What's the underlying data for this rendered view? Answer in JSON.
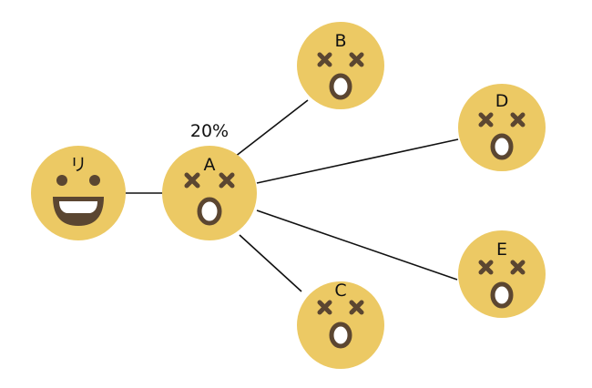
{
  "colors": {
    "face_fill": "#ecc964",
    "feature": "#5b4631",
    "mouth_inner": "#ffffff",
    "edge": "#111111"
  },
  "nodes": [
    {
      "id": "R",
      "label": "リ",
      "expression": "happy"
    },
    {
      "id": "A",
      "label": "A",
      "expression": "shocked"
    },
    {
      "id": "B",
      "label": "B",
      "expression": "shocked"
    },
    {
      "id": "C",
      "label": "C",
      "expression": "shocked"
    },
    {
      "id": "D",
      "label": "D",
      "expression": "shocked"
    },
    {
      "id": "E",
      "label": "E",
      "expression": "shocked"
    }
  ],
  "edges": [
    {
      "from": "R",
      "to": "A"
    },
    {
      "from": "A",
      "to": "B"
    },
    {
      "from": "A",
      "to": "C"
    },
    {
      "from": "A",
      "to": "D"
    },
    {
      "from": "A",
      "to": "E"
    }
  ],
  "annotations": {
    "node_a_percent": "20%"
  }
}
